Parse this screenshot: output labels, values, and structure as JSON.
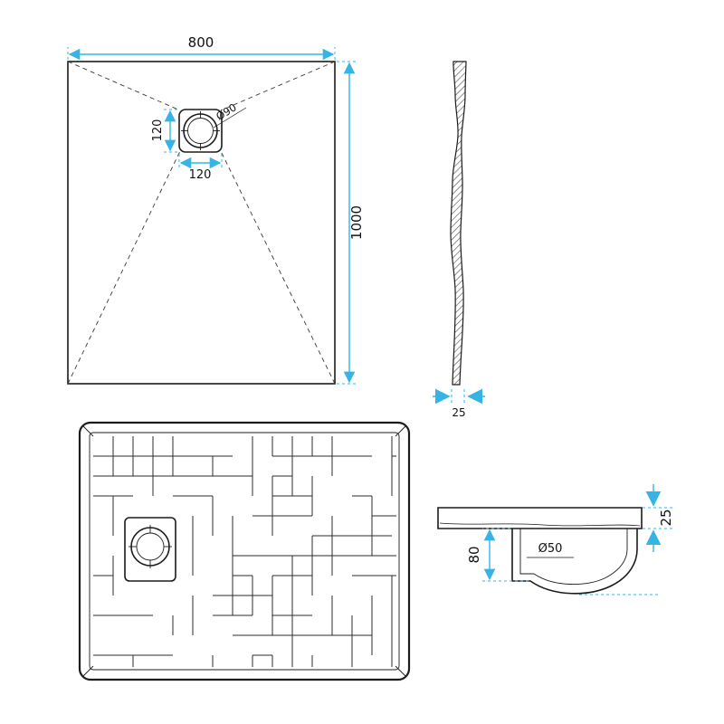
{
  "accent_color": "#35b4e5",
  "line_color": "#1c1c1c",
  "views": {
    "plan": {
      "width_dim": "800",
      "height_dim": "1000",
      "drain_width_dim": "120",
      "drain_height_dim": "120",
      "drain_diameter_dim": "Ø90"
    },
    "side_profile": {
      "thickness_dim": "25"
    },
    "section": {
      "tray_thickness_dim": "25",
      "trap_height_dim": "80",
      "outlet_diameter_dim": "Ø50"
    }
  }
}
